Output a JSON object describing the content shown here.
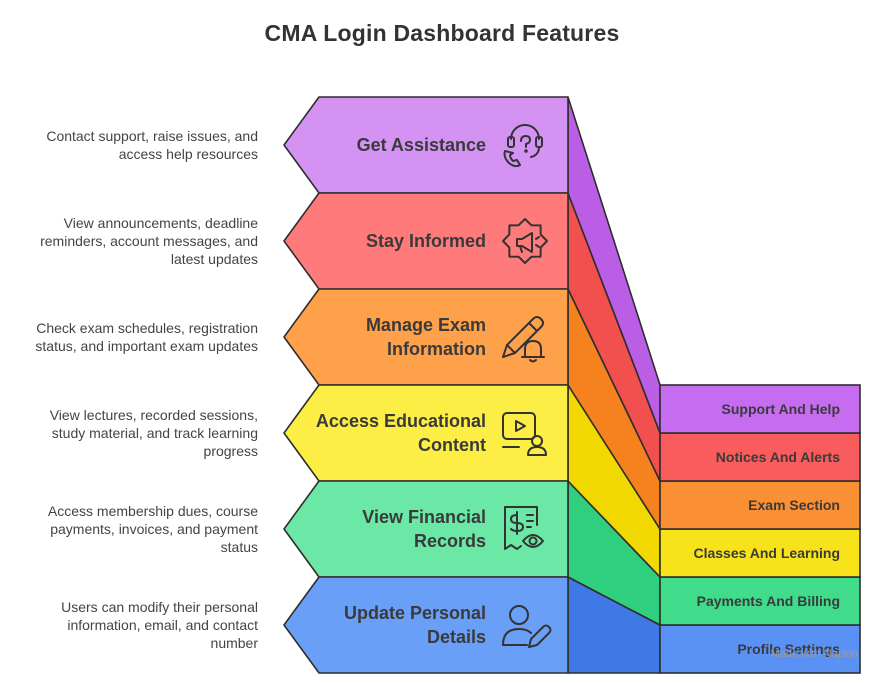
{
  "title": "CMA Login Dashboard Features",
  "features": [
    {
      "label": "Get Assistance",
      "description": "Contact support, raise issues, and access help resources",
      "side_label": "Support And Help",
      "icon": "headset-phone-icon",
      "colors": {
        "front": "#d492f3",
        "side": "#ba5ee6",
        "tab": "#c56cf0"
      }
    },
    {
      "label": "Stay Informed",
      "description": "View announcements, deadline reminders, account messages, and latest updates",
      "side_label": "Notices And Alerts",
      "icon": "megaphone-gear-icon",
      "colors": {
        "front": "#ff7b7b",
        "side": "#f24f4f",
        "tab": "#f95c5c"
      }
    },
    {
      "label": "Manage Exam Information",
      "description": "Check exam schedules, registration status, and important exam updates",
      "side_label": "Exam Section",
      "icon": "pencil-bell-icon",
      "colors": {
        "front": "#ffa04a",
        "side": "#f5821f",
        "tab": "#fa8f33"
      }
    },
    {
      "label": "Access Educational Content",
      "description": "View lectures, recorded sessions, study material, and track learning progress",
      "side_label": "Classes And Learning",
      "icon": "video-lecture-icon",
      "colors": {
        "front": "#fcee45",
        "side": "#f0d800",
        "tab": "#f8e31a"
      }
    },
    {
      "label": "View Financial Records",
      "description": "Access membership dues, course payments, invoices, and payment status",
      "side_label": "Payments And Billing",
      "icon": "invoice-eye-icon",
      "colors": {
        "front": "#6be7a6",
        "side": "#2fcf7d",
        "tab": "#40dc8c"
      }
    },
    {
      "label": "Update Personal Details",
      "description": "Users can modify their personal information, email, and contact number",
      "side_label": "Profile Settings",
      "icon": "user-edit-icon",
      "colors": {
        "front": "#6a9ff8",
        "side": "#3f79e6",
        "tab": "#5a91f5"
      }
    }
  ],
  "watermark": "Made with Napkin"
}
